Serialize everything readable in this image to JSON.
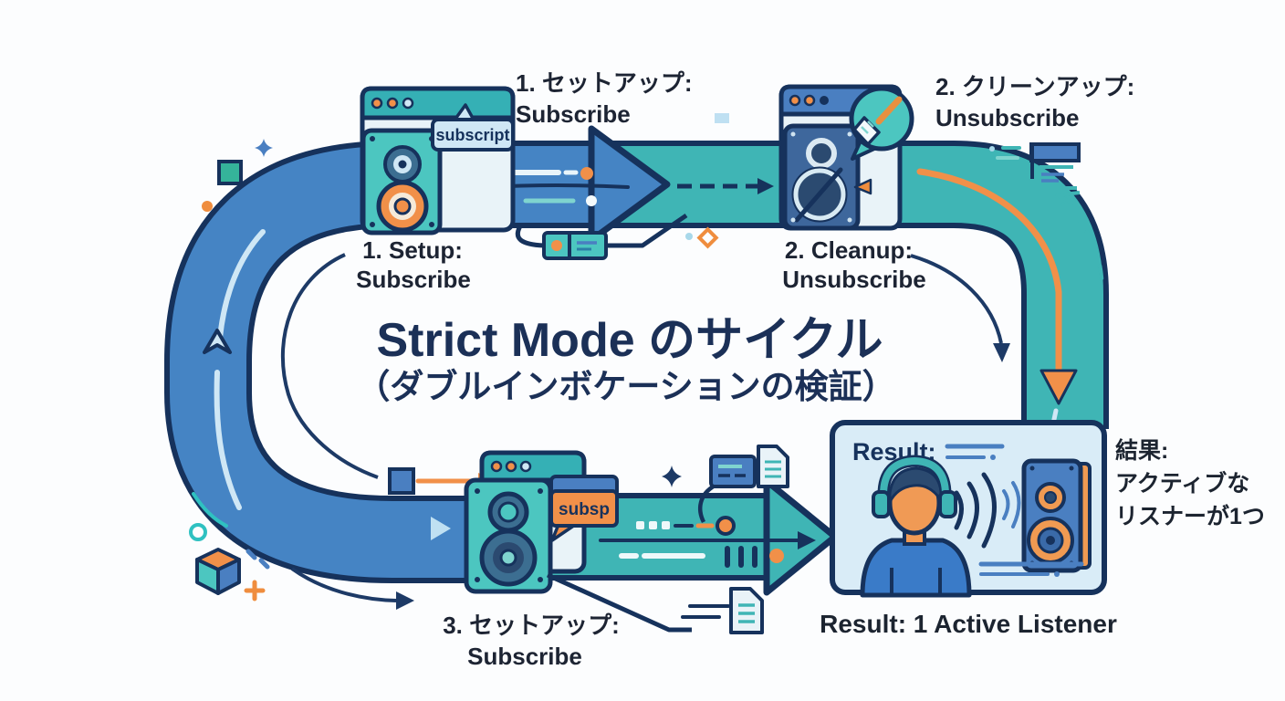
{
  "diagram": {
    "title": {
      "line1": "Strict Mode のサイクル",
      "line2": "（ダブルインボケーションの検証）"
    },
    "steps": [
      {
        "jp_line1": "1. セットアップ:",
        "jp_line2": "Subscribe",
        "en_line1": "1. Setup:",
        "en_line2": "Subscribe",
        "bubble": "subscript"
      },
      {
        "jp_line1": "2. クリーンアップ:",
        "jp_line2": "Unsubscribe",
        "en_line1": "2. Cleanup:",
        "en_line2": "Unsubscribe"
      },
      {
        "jp_line1": "3. セットアップ:",
        "jp_line2": "Subscribe",
        "bubble": "subsp"
      }
    ],
    "result": {
      "box_label": "Result:",
      "caption": "Result: 1 Active Listener",
      "jp_line1": "結果:",
      "jp_line2": "アクティブな",
      "jp_line3": "リスナーが1つ"
    },
    "icons": [
      "browser-window-icon",
      "speaker-icon",
      "speech-bubble-icon",
      "cleanup-brush-icon",
      "muted-speaker-icon",
      "listener-headphones-icon",
      "sound-waves-icon",
      "document-icon",
      "card-icon",
      "cube-icon",
      "sparkle-icon",
      "plus-icon",
      "diamond-icon"
    ],
    "colors": {
      "ink": "#16325c",
      "arc-ink": "#1d3a66",
      "band-blue": "#4584c4",
      "band-teal": "#3fb5b5",
      "teal-icon": "#4cc6c0",
      "header-teal": "#35b0b5",
      "header-blue": "#4a7fc1",
      "orange": "#f19049",
      "light-blue": "#cfe7f5",
      "pale": "#e9f3f8",
      "box-bg": "#d9ecf7",
      "title-ink": "#1b3057",
      "text-ink": "#1d2433",
      "steel": "#3c6e91",
      "panel-navy": "#2b4a70",
      "speaker-navy": "#3e679c",
      "green-teal": "#35b39a",
      "cream": "#f5ead9"
    }
  }
}
